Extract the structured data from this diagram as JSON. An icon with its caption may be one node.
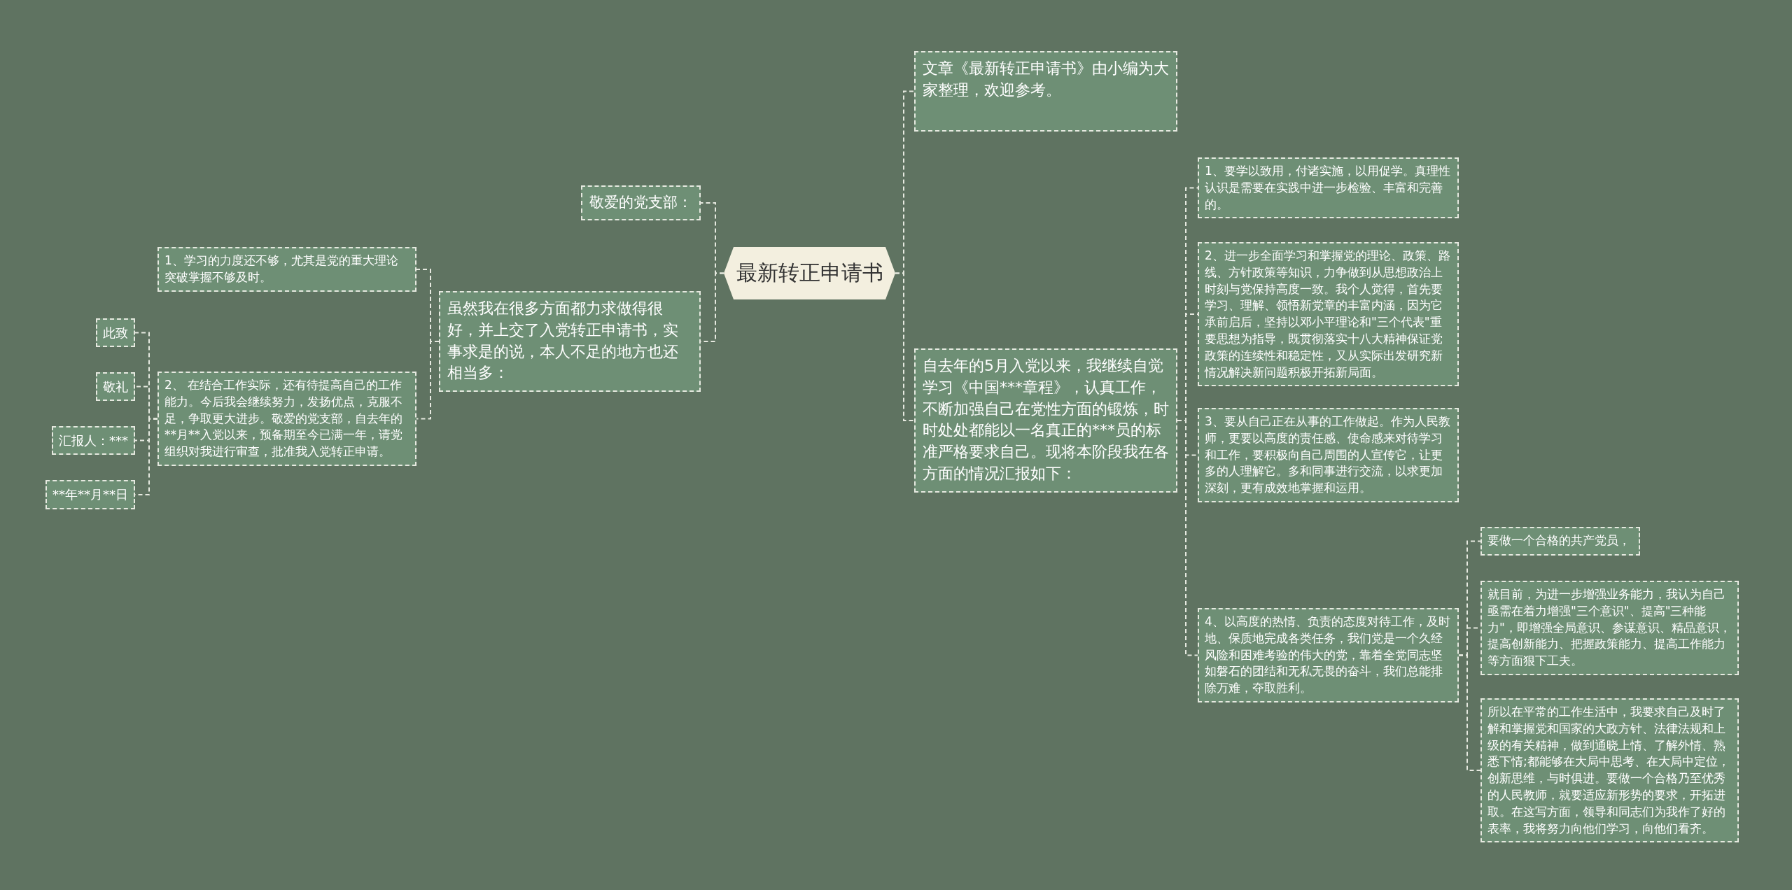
{
  "diagram": {
    "nodes": [
      {
        "text": [
          "最新转正申请书"
        ]
      },
      {
        "text": [
          "文章《最新转正申请书》由小编为大家整理，欢迎参考。"
        ]
      },
      {
        "text": [
          "自去年的5月入党以来，我继续自觉学习《中国***章程》，认真工作，不断加强自己在党性方面的锻炼，时时处处都能以一名真正的***员的标准严格要求自己。现将本阶段我在各方面的情况汇报如下："
        ]
      },
      {
        "text": [
          "1、要学以致用，付诸实施，以用促学。真理性认识是需要在实践中进一步检验、丰富和完善的。"
        ]
      },
      {
        "text": [
          "2、进一步全面学习和掌握党的理论、政策、路线、方针政策等知识，力争做到从思想政治上时刻与党保持高度一致。我个人觉得，首先要学习、理解、领悟新党章的丰富内涵，因为它承前启后，坚持以邓小平理论和\"三个代表\"重要思想为指导，既贯彻落实十八大精神保证党政策的连续性和稳定性，又从实际出发研究新情况解决新问题积极开拓新局面。"
        ]
      },
      {
        "text": [
          "3、要从自己正在从事的工作做起。作为人民教师，更要以高度的责任感、使命感来对待学习和工作，要积极向自己周围的人宣传它，让更多的人理解它。多和同事进行交流，以求更加深刻，更有成效地掌握和运用。"
        ]
      },
      {
        "text": [
          "4、以高度的热情、负责的态度对待工作，及时地、保质地完成各类任务，我们党是一个久经风险和困难考验的伟大的党，靠着全党同志坚如磐石的团结和无私无畏的奋斗，我们总能排除万难，夺取胜利。"
        ]
      },
      {
        "text": [
          "要做一个合格的共产党员，"
        ]
      },
      {
        "text": [
          "就目前，为进一步增强业务能力，我认为自己亟需在着力增强\"三个意识\"、提高\"三种能力\"，即增强全局意识、参谋意识、精品意识，提高创新能力、把握政策能力、提高工作能力等方面狠下工夫。"
        ]
      },
      {
        "text": [
          "所以在平常的工作生活中，我要求自己及时了解和掌握党和国家的大政方针、法律法规和上级的有关精神，做到通晓上情、了解外情、熟悉下情;都能够在大局中思考、在大局中定位，创新思维，与时俱进。要做一个合格乃至优秀的人民教师，就要适应新形势的要求，开拓进取。在这写方面，领导和同志们为我作了好的表率，我将努力向他们学习，向他们看齐。"
        ]
      },
      {
        "text": [
          "敬爱的党支部："
        ]
      },
      {
        "text": [
          "虽然我在很多方面都力求做得很好，并上交了入党转正申请书，实事求是的说，本人不足的地方也还相当多："
        ]
      },
      {
        "text": [
          "1、学习的力度还不够，尤其是党的重大理论突破掌握不够及时。"
        ]
      },
      {
        "text": [
          "2、 在结合工作实际，还有待提高自己的工作能力。今后我会继续努力，发扬优点，克服不足，争取更大进步。敬爱的党支部，自去年的**月**入党以来，预备期至今已满一年，请党组织对我进行审查，批准我入党转正申请。"
        ]
      },
      {
        "text": [
          "此致"
        ]
      },
      {
        "text": [
          "敬礼"
        ]
      },
      {
        "text": [
          "汇报人：***"
        ]
      },
      {
        "text": [
          "**年**月**日"
        ]
      }
    ],
    "edges": [
      {
        "from": 0,
        "to": 1,
        "arrow": "none"
      },
      {
        "from": 0,
        "to": 2,
        "arrow": "none"
      },
      {
        "from": 2,
        "to": 3,
        "arrow": "none"
      },
      {
        "from": 2,
        "to": 4,
        "arrow": "none"
      },
      {
        "from": 2,
        "to": 5,
        "arrow": "none"
      },
      {
        "from": 2,
        "to": 6,
        "arrow": "none"
      },
      {
        "from": 6,
        "to": 7,
        "arrow": "none"
      },
      {
        "from": 6,
        "to": 8,
        "arrow": "none"
      },
      {
        "from": 6,
        "to": 9,
        "arrow": "none"
      },
      {
        "from": 0,
        "to": 10,
        "arrow": "none"
      },
      {
        "from": 0,
        "to": 11,
        "arrow": "none"
      },
      {
        "from": 11,
        "to": 12,
        "arrow": "none"
      },
      {
        "from": 11,
        "to": 13,
        "arrow": "none"
      },
      {
        "from": 13,
        "to": 14,
        "arrow": "none"
      },
      {
        "from": 13,
        "to": 15,
        "arrow": "none"
      },
      {
        "from": 13,
        "to": 16,
        "arrow": "none"
      },
      {
        "from": 13,
        "to": 17,
        "arrow": "none"
      }
    ]
  }
}
